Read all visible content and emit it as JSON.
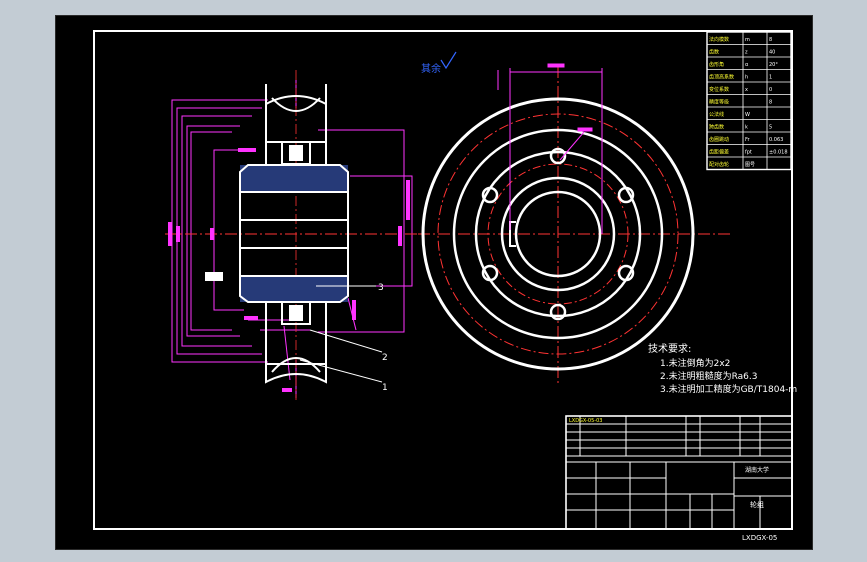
{
  "drawing": {
    "surface_mark": "其余",
    "notes_title": "技术要求:",
    "notes": [
      "1.未注倒角为2x2",
      "2.未注明粗糙度为Ra6.3",
      "3.未注明加工精度为GB/T1804-m"
    ],
    "part_labels": [
      "1",
      "2",
      "3"
    ],
    "param_table_rows": [
      [
        "法向模数",
        "m",
        "8"
      ],
      [
        "齿数",
        "z",
        "40"
      ],
      [
        "齿形角",
        "α",
        "20°"
      ],
      [
        "齿顶高系数",
        "h",
        "1"
      ],
      [
        "变位系数",
        "x",
        "0"
      ],
      [
        "精度等级",
        "",
        "8"
      ],
      [
        "公法线",
        "W",
        ""
      ],
      [
        "跨齿数",
        "k",
        "5"
      ],
      [
        "齿圈跳动",
        "Fr",
        "0.063"
      ],
      [
        "齿距偏差",
        "fpt",
        "±0.018"
      ],
      [
        "配对齿轮",
        "图号",
        ""
      ]
    ],
    "title_block": {
      "school": "湖南大学",
      "part_name": "轮组",
      "drawing_no": "LXDGX-05",
      "code_text": "LXDGX-05-03"
    },
    "colors": {
      "frame": "#ffffff",
      "dimension": "#ff33ff",
      "text": "#ffff33",
      "section_fill": "#263a78",
      "centerline": "#ff3333",
      "background": "#000000"
    }
  }
}
